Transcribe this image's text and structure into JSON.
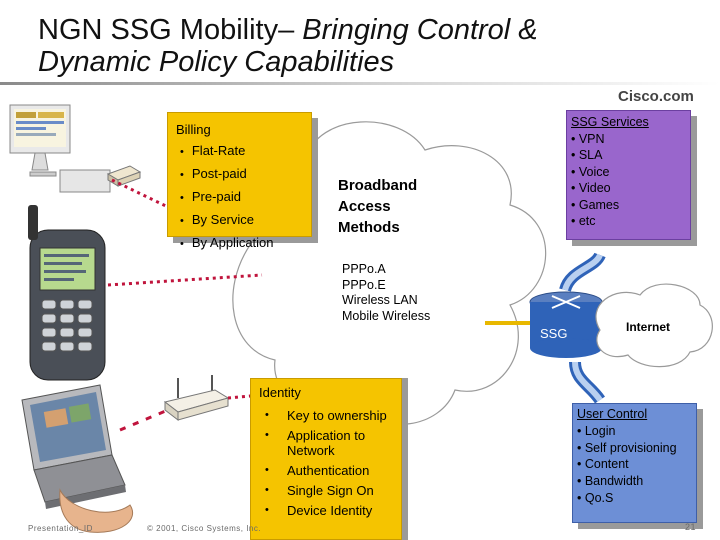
{
  "title": {
    "line1_plain": "NGN SSG Mobility– ",
    "line1_italic": "Bringing Control &",
    "line2_italic": "Dynamic Policy Capabilities"
  },
  "logo": "Cisco.com",
  "billing": {
    "heading": "Billing",
    "items": [
      "Flat-Rate",
      "Post-paid",
      "Pre-paid",
      "By Service",
      "By Application"
    ]
  },
  "broadband": {
    "lines": [
      "Broadband",
      "Access",
      "Methods"
    ]
  },
  "access_methods": [
    "PPPo.A",
    "PPPo.E",
    "Wireless LAN",
    "Mobile Wireless"
  ],
  "ssg_services": {
    "heading": "SSG Services",
    "items": [
      "• VPN",
      "• SLA",
      "• Voice",
      "• Video",
      "• Games",
      "• etc"
    ]
  },
  "ssg_label": "SSG",
  "internet_label": "Internet",
  "identity": {
    "heading": "Identity",
    "items": [
      "Key to ownership",
      "Application to Network",
      "Authentication",
      "Single Sign On",
      "Device Identity"
    ]
  },
  "user_control": {
    "heading": "User Control",
    "items": [
      "• Login",
      "• Self provisioning",
      "• Content",
      "• Bandwidth",
      "• Qo.S"
    ]
  },
  "footer": {
    "presentation": "Presentation_ID",
    "copyright": "© 2001, Cisco Systems, Inc.",
    "page": "21"
  },
  "colors": {
    "billing_box": "#f5c400",
    "ssg_box": "#9966cc",
    "user_control_box": "#6d8fd6",
    "link_dots": "#c0143c",
    "ssg_link": "#e8b800"
  }
}
